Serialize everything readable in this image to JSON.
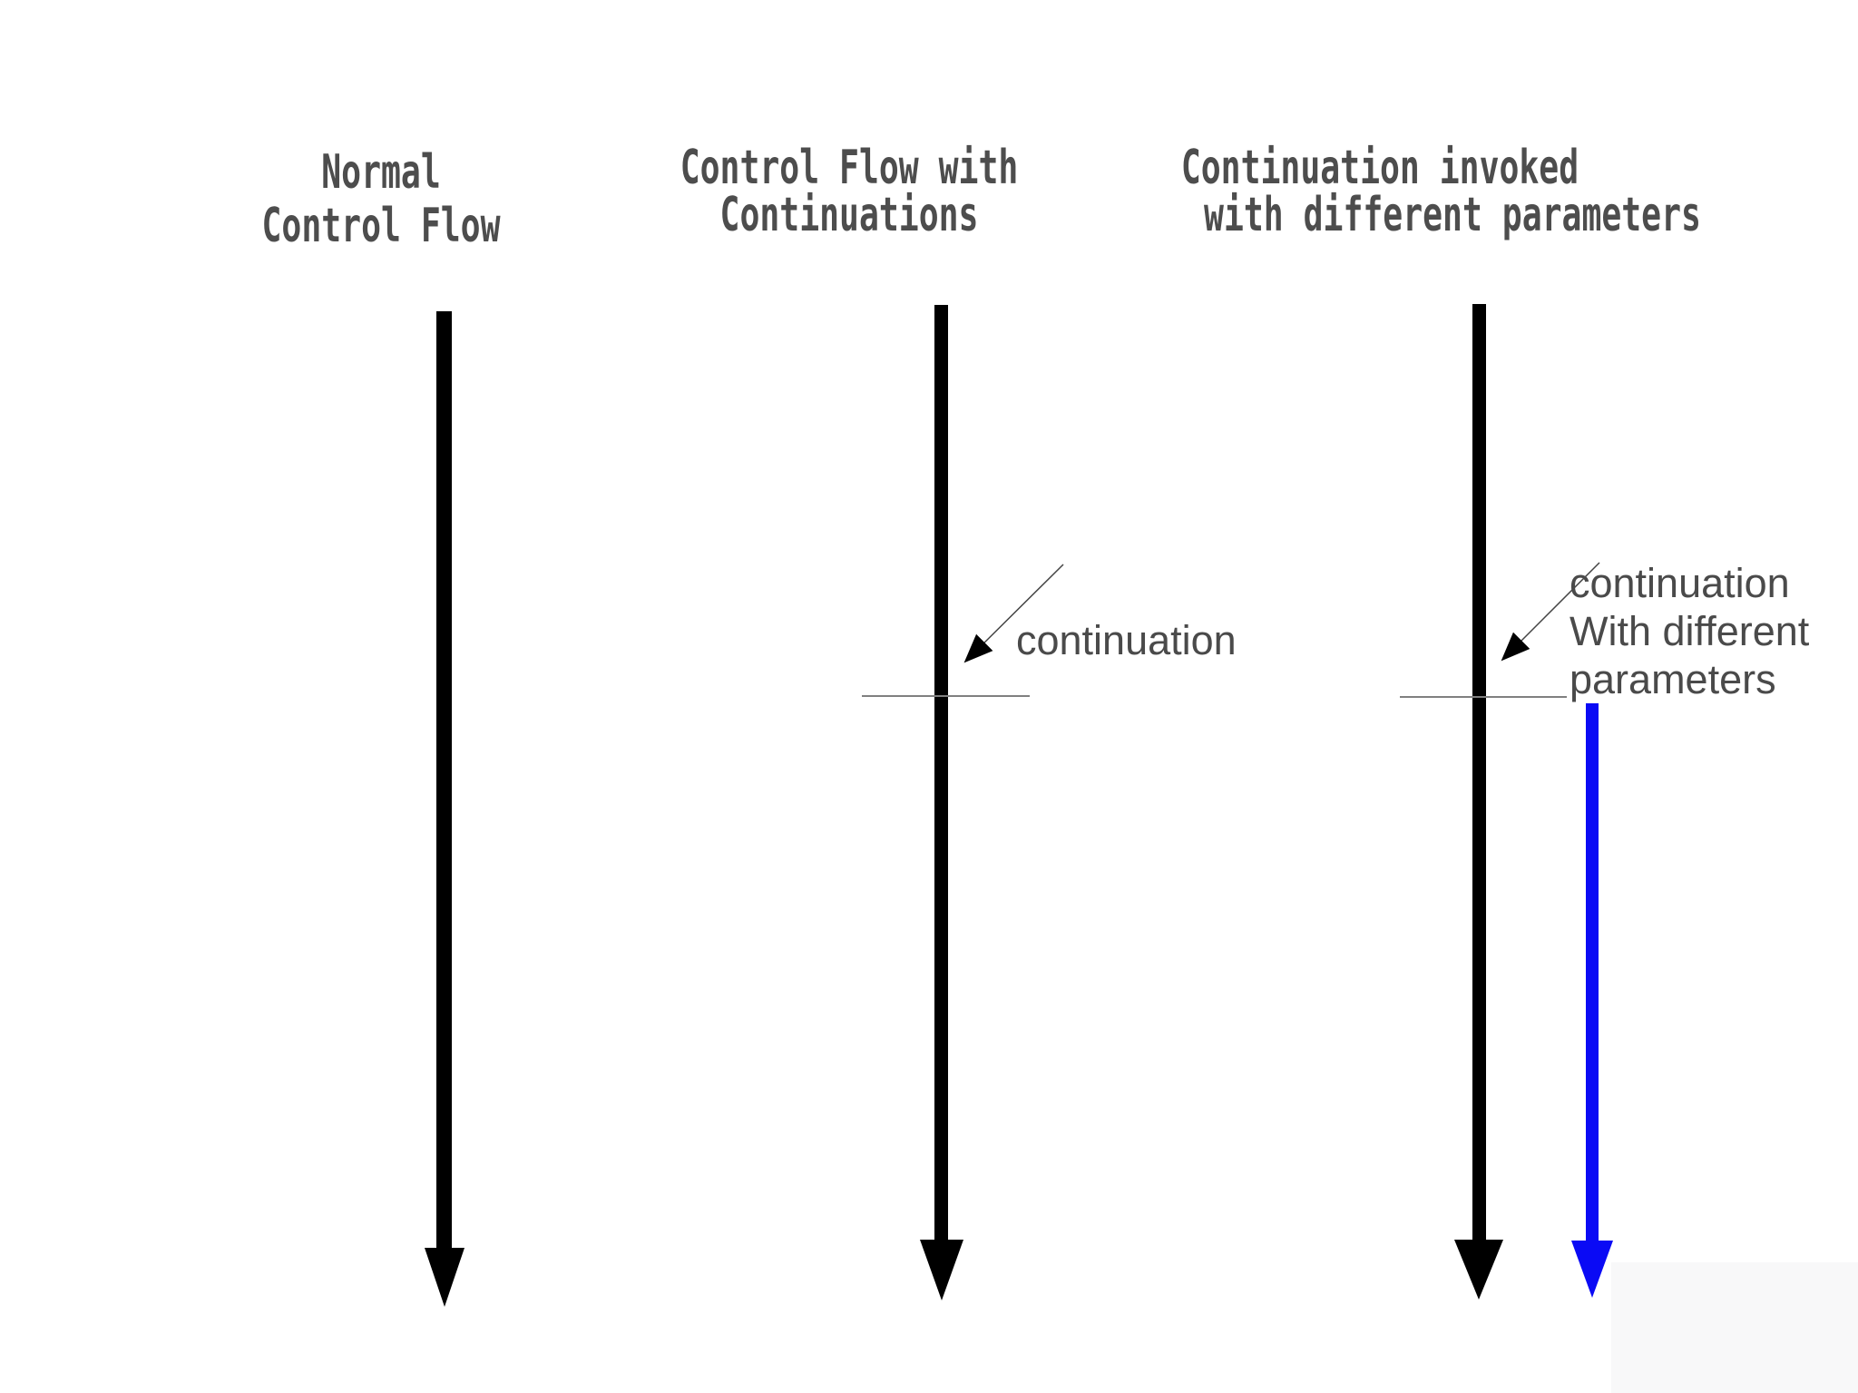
{
  "diagram": {
    "columns": [
      {
        "id": "normal-control-flow",
        "title": {
          "line1": "Normal",
          "line2": "Control Flow"
        }
      },
      {
        "id": "control-flow-with-continuations",
        "title": {
          "line1": "Control Flow with",
          "line2": "Continuations"
        },
        "annotation": {
          "line1": "continuation"
        }
      },
      {
        "id": "continuation-invoked-with-different-parameters",
        "title": {
          "line1": "Continuation invoked",
          "line2": "with different parameters"
        },
        "annotation": {
          "line1": "continuation",
          "line2": "With different",
          "line3": "parameters"
        }
      }
    ],
    "colors": {
      "background": "#ffffff",
      "title_text": "#4d4d4d",
      "annotation_text": "#4a4a4a",
      "flow_arrow": "#000000",
      "continuation_arrow_blue": "#0a0af5",
      "continuation_point_line": "#808080",
      "pointer_line": "#444444",
      "corner_shade": "#f8f8f9"
    }
  }
}
